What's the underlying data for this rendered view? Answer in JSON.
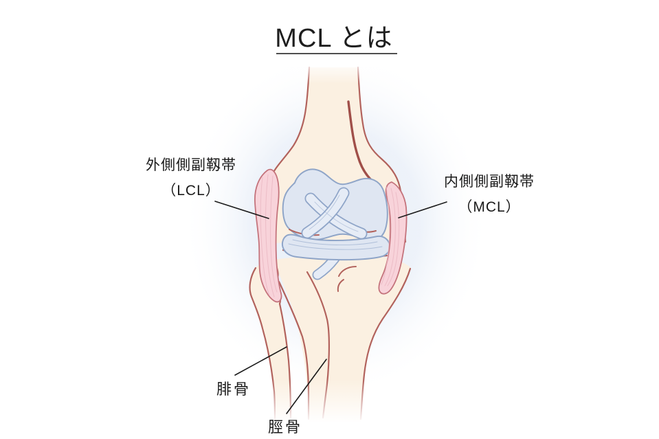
{
  "title": {
    "text": "MCL とは"
  },
  "annotations": {
    "lcl": {
      "name": "外側側副靱帯",
      "abbr": "（LCL）"
    },
    "mcl": {
      "name": "内側側副靱帯",
      "abbr": "（MCL）"
    },
    "fibula": {
      "name": "腓骨"
    },
    "tibia": {
      "name": "脛骨"
    }
  },
  "illustration": {
    "subject": "knee-joint-anterior-view"
  },
  "colors": {
    "background": "#ffffff",
    "text": "#1a1a1a",
    "title_underline": "#4f4f4f",
    "glow": "#e9eff8",
    "bone_fill": "#fbf0e1",
    "bone_outline": "#b2625c",
    "bone_shading": "#a04f49",
    "cartilage_fill": "#dfe6f2",
    "cartilage_outline": "#8fa5c8",
    "cartilage_band_fill": "#e6ecf6",
    "ligament_fill": "#f8d3da",
    "ligament_outline": "#c4737c",
    "ligament_striation": "#eab8c3",
    "leader_line": "#1a1a1a"
  }
}
